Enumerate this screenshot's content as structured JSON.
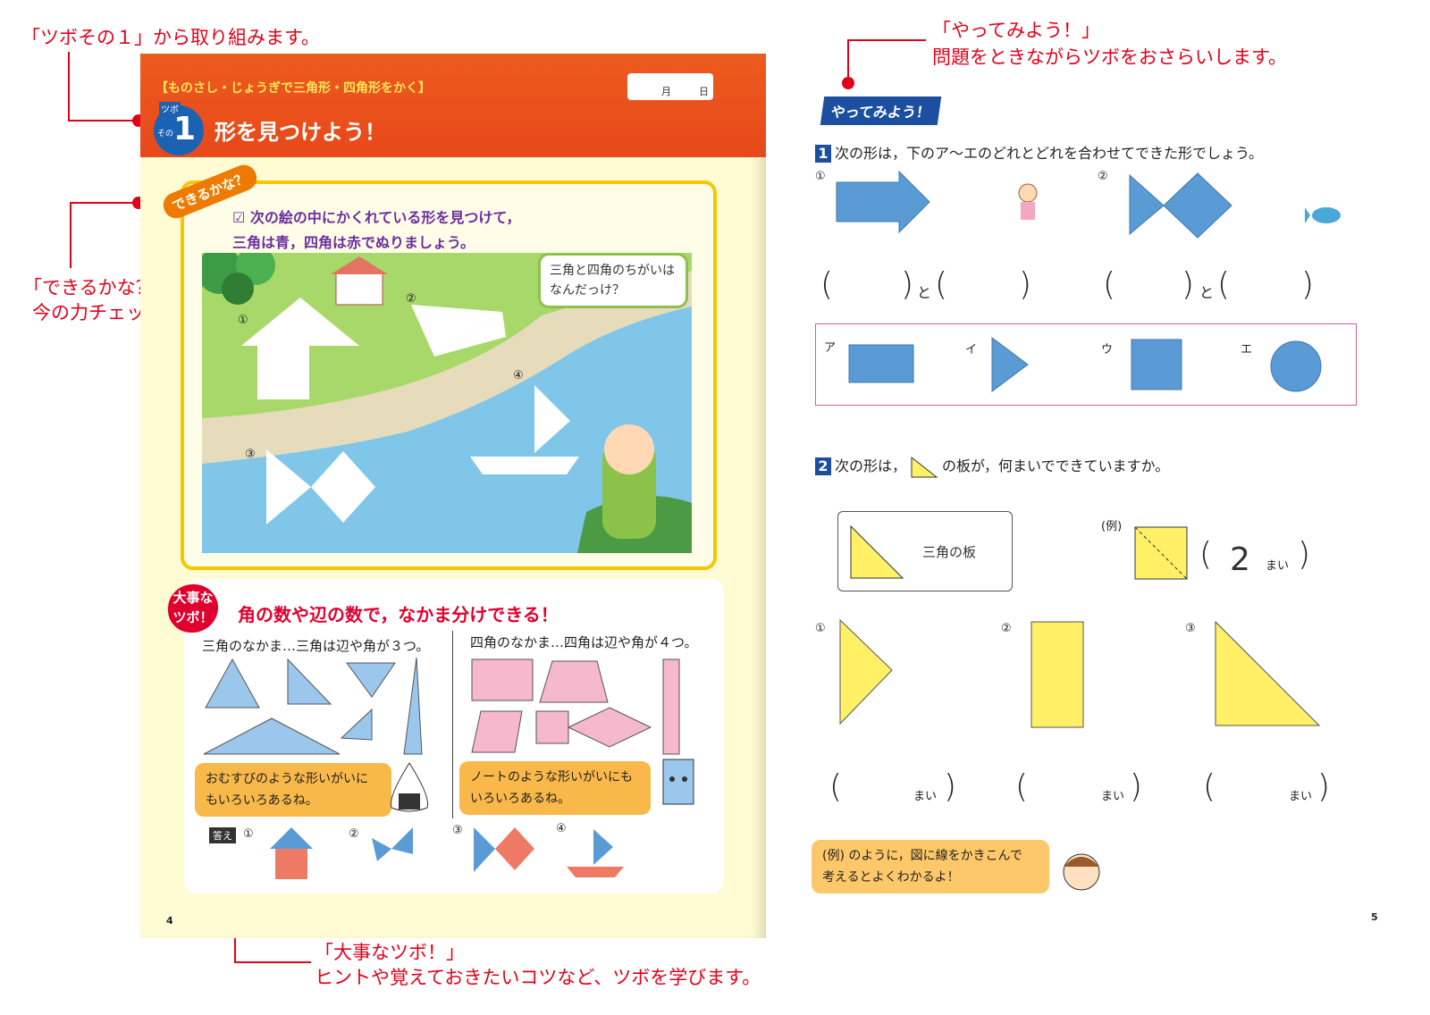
{
  "annotations": {
    "tsubo1": "「ツボその１」から取り組みます。",
    "dekiru_line1": "「できるかな？」で",
    "dekiru_line2": "今の力チェック。",
    "yatte_line1": "「やってみよう！」",
    "yatte_line2": "問題をときながらツボをおさらいします。",
    "daiji_line1": "「大事なツボ！」",
    "daiji_line2": "ヒントや覚えておきたいコツなど、ツボを学びます。"
  },
  "left": {
    "topic": "【ものさし・じょうぎで三角形・四角形をかく】",
    "date_month": "月",
    "date_day": "日",
    "tsubo_label": "ツボ",
    "sono_label": "その",
    "tsubo_num": "1",
    "title": "形を見つけよう！",
    "dekiru_badge": "できるかな？",
    "instr_line1": "☑ 次の絵の中にかくれている形を見つけて，",
    "instr_line2": "三角は青，四角は赤でぬりましょう。",
    "bubble_line1": "三角と四角のちがいは",
    "bubble_line2": "なんだっけ？",
    "scene_labels": [
      "①",
      "②",
      "③",
      "④"
    ],
    "daiji_badge_line1": "大事な",
    "daiji_badge_line2": "ツボ！",
    "daiji_title": "角の数や辺の数で，なかま分けできる！",
    "cat_triangle": "三角のなかま…三角は辺や角が３つ。",
    "cat_square": "四角のなかま…四角は辺や角が４つ。",
    "onigiri_line1": "おむすびのような形いがいに",
    "onigiri_line2": "もいろいろあるね。",
    "note_line1": "ノートのような形いがいにも",
    "note_line2": "いろいろあるね。",
    "answer_label": "答え",
    "answer_nums": [
      "①",
      "②",
      "③",
      "④"
    ],
    "page_number": "4"
  },
  "right": {
    "yatte_badge": "やってみよう！",
    "q1_num": "1",
    "q1_text": "次の形は，下のア～エのどれとどれを合わせてできた形でしょう。",
    "q1_items": [
      "①",
      "②"
    ],
    "to_label": "と",
    "choice_labels": [
      "ア",
      "イ",
      "ウ",
      "エ"
    ],
    "q2_num": "2",
    "q2_text_a": "次の形は，",
    "q2_text_b": "の板が，何まいでできていますか。",
    "plate_label": "三角の板",
    "example_label": "(例)",
    "example_answer": "2",
    "mai_label": "まい",
    "q2_items": [
      "①",
      "②",
      "③"
    ],
    "hint_line1": "(例) のように，図に線をかきこんで",
    "hint_line2": "考えるとよくわかるよ！",
    "page_number": "5"
  },
  "colors": {
    "banner": "#e8481a",
    "tsubo_blue": "#1c62b3",
    "annotation_red": "#e2001a",
    "shape_blue": "#5b9bd5",
    "shape_yellow": "#fff066",
    "shape_pink": "#f5b8cc",
    "shape_salmon": "#ee7a65"
  }
}
